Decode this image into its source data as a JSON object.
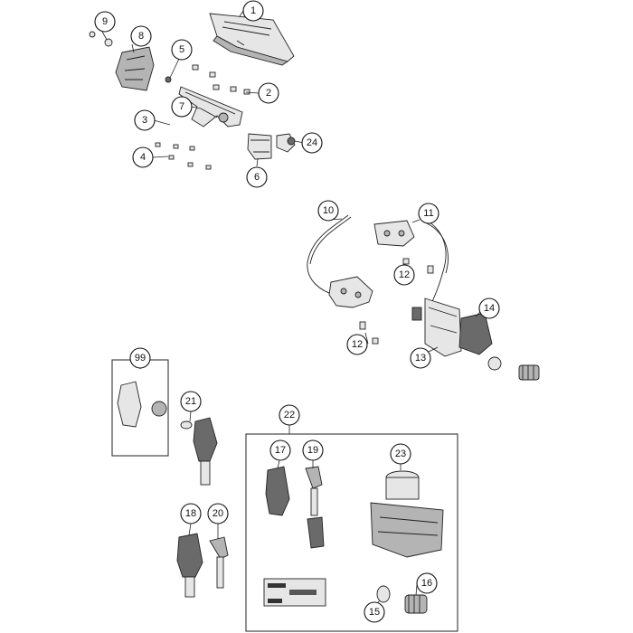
{
  "callouts": [
    {
      "id": "c1",
      "label": "1"
    },
    {
      "id": "c2",
      "label": "2"
    },
    {
      "id": "c3",
      "label": "3"
    },
    {
      "id": "c4",
      "label": "4"
    },
    {
      "id": "c5",
      "label": "5"
    },
    {
      "id": "c6",
      "label": "6"
    },
    {
      "id": "c7",
      "label": "7"
    },
    {
      "id": "c8",
      "label": "8"
    },
    {
      "id": "c9",
      "label": "9"
    },
    {
      "id": "c10",
      "label": "10"
    },
    {
      "id": "c11",
      "label": "11"
    },
    {
      "id": "c12a",
      "label": "12"
    },
    {
      "id": "c12b",
      "label": "12"
    },
    {
      "id": "c13",
      "label": "13"
    },
    {
      "id": "c14",
      "label": "14"
    },
    {
      "id": "c15",
      "label": "15"
    },
    {
      "id": "c16",
      "label": "16"
    },
    {
      "id": "c17",
      "label": "17"
    },
    {
      "id": "c18",
      "label": "18"
    },
    {
      "id": "c19",
      "label": "19"
    },
    {
      "id": "c20",
      "label": "20"
    },
    {
      "id": "c21",
      "label": "21"
    },
    {
      "id": "c22",
      "label": "22"
    },
    {
      "id": "c23",
      "label": "23"
    },
    {
      "id": "c24",
      "label": "24"
    },
    {
      "id": "c99",
      "label": "99"
    }
  ]
}
